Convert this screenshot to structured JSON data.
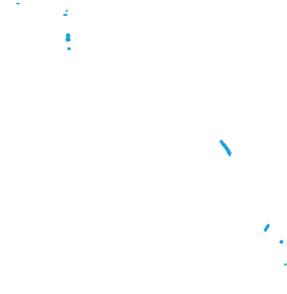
{
  "map": {
    "background_color": "#ffffff",
    "water_color": "#1aa3d9",
    "features": [
      {
        "name": "water-body-nw-tiny"
      },
      {
        "name": "water-body-north-small"
      },
      {
        "name": "water-body-north-lake"
      },
      {
        "name": "water-body-north-pond"
      },
      {
        "name": "water-body-center-east-lake"
      },
      {
        "name": "water-body-southeast-lake"
      },
      {
        "name": "water-body-southeast-pond"
      },
      {
        "name": "water-body-southeast-tiny"
      }
    ]
  }
}
